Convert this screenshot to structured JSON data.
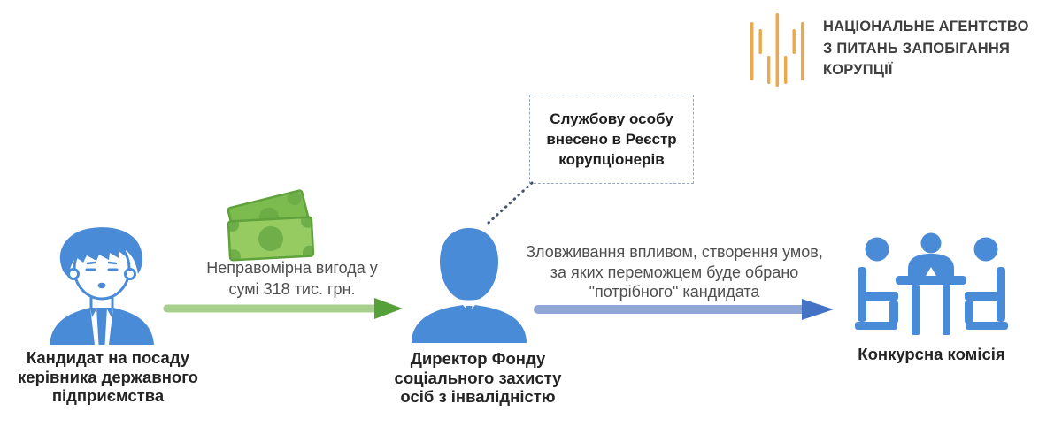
{
  "background": "#FFFFFF",
  "agency": {
    "logo_icon": "nazk-trident-bars-icon",
    "logo_color": "#E9A94E",
    "name_lines": [
      "НАЦІОНАЛЬНЕ АГЕНТСТВО",
      "З ПИТАНЬ ЗАПОБІГАННЯ",
      "КОРУПЦІЇ"
    ]
  },
  "callout": {
    "border_color": "#98A7BD",
    "lines": [
      "Службову особу",
      "внесено в Реєстр",
      "корупціонерів"
    ]
  },
  "actors": {
    "candidate": {
      "icon": "businessman-icon",
      "icon_color": "#4A8BD8",
      "label_lines": [
        "Кандидат на посаду",
        "керівника державного",
        "підприємства"
      ]
    },
    "director": {
      "icon": "person-silhouette-icon",
      "icon_color": "#4A8BD8",
      "label_lines": [
        "Директор Фонду",
        "соціального захисту",
        "осіб з інвалідністю"
      ]
    },
    "commission": {
      "icon": "committee-table-icon",
      "icon_color": "#4A8BD8",
      "label": "Конкурсна комісія"
    }
  },
  "transfers": {
    "bribe": {
      "icon": "money-banknotes-icon",
      "money_colors": [
        "#7CBB4E",
        "#95CB60",
        "#6FAE49"
      ],
      "caption_lines": [
        "Неправомірна вигода у",
        "сумі 318 тис. грн."
      ],
      "arrow_shaft_color": "#A9CF8E",
      "arrow_head_color": "#55A038"
    },
    "influence": {
      "caption_lines": [
        "Зловживання впливом, створення умов,",
        "за яких переможцем буде обрано",
        "\"потрібного\" кандидата"
      ],
      "arrow_shaft_color": "#8FA6D6",
      "arrow_head_color": "#4472C4"
    }
  }
}
